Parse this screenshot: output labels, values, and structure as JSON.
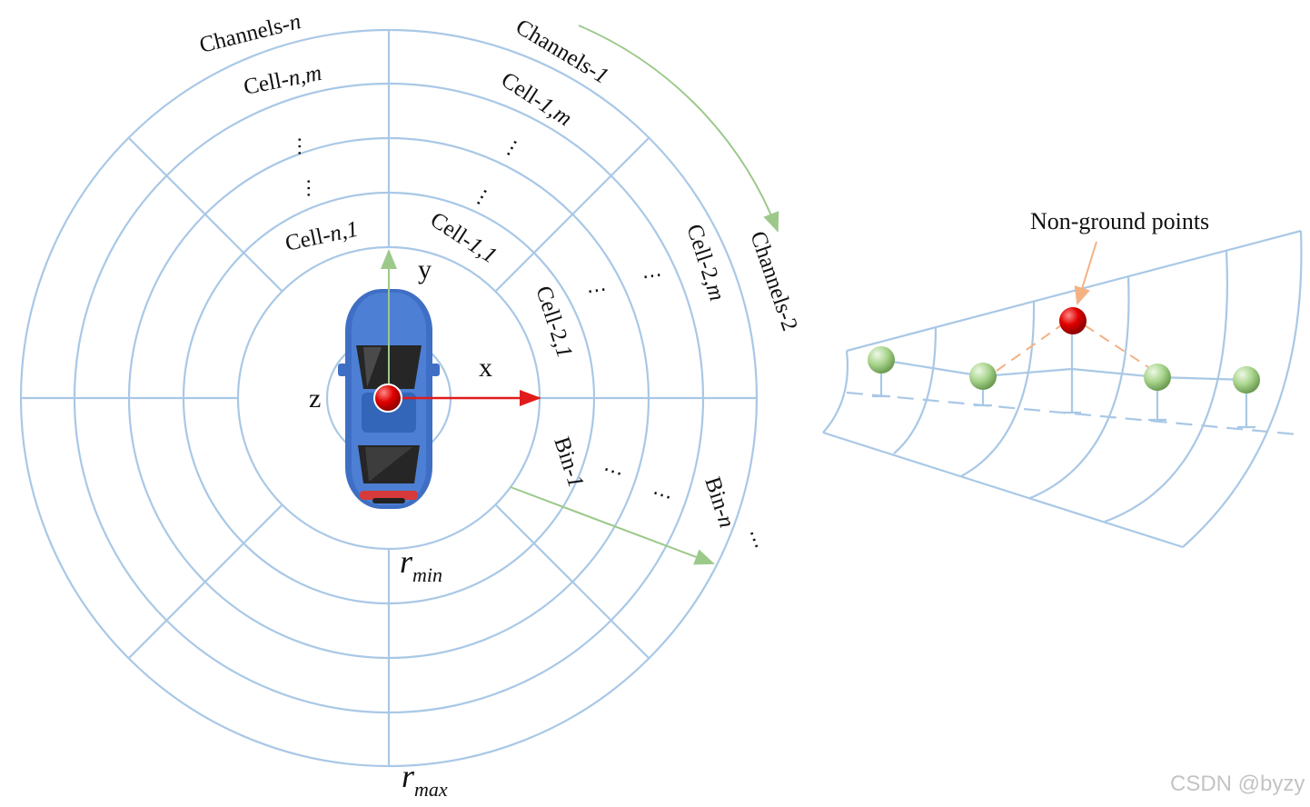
{
  "labels": {
    "channels_n_a": "Channels-",
    "channels_n_b": "n",
    "channels_1_a": "Channels-",
    "channels_1_b": "1",
    "channels_2": "Channels-2",
    "cell_nm_a": "Cell-",
    "cell_nm_b": "n,m",
    "cell_1m_a": "Cell-",
    "cell_1m_b": "1,m",
    "cell_2m_a": "Cell-2,",
    "cell_2m_b": "m",
    "cell_n1_a": "Cell-",
    "cell_n1_b": "n,1",
    "cell_11_a": "Cell-",
    "cell_11_b": "1,1",
    "cell_21_a": "Cell-2,",
    "cell_21_b": "1",
    "bin_1_a": "Bin-",
    "bin_1_b": "1",
    "bin_n_a": "Bin-",
    "bin_n_b": "n",
    "r_min_r": "r",
    "r_min_sub": "min",
    "r_max_r": "r",
    "r_max_sub": "max",
    "axis_x": "x",
    "axis_y": "y",
    "axis_z": "z",
    "ellipsis": "⋯",
    "non_ground": "Non-ground points",
    "watermark": "CSDN @byzy"
  },
  "colors": {
    "grid": "#a9c8e6",
    "arrow_green": "#9cc98a",
    "arrow_red": "#e11b1b",
    "arrow_orange": "#f4b183",
    "car_body": "#3f6fc4",
    "point_green": "#a8d48c",
    "point_red": "#d40000"
  }
}
